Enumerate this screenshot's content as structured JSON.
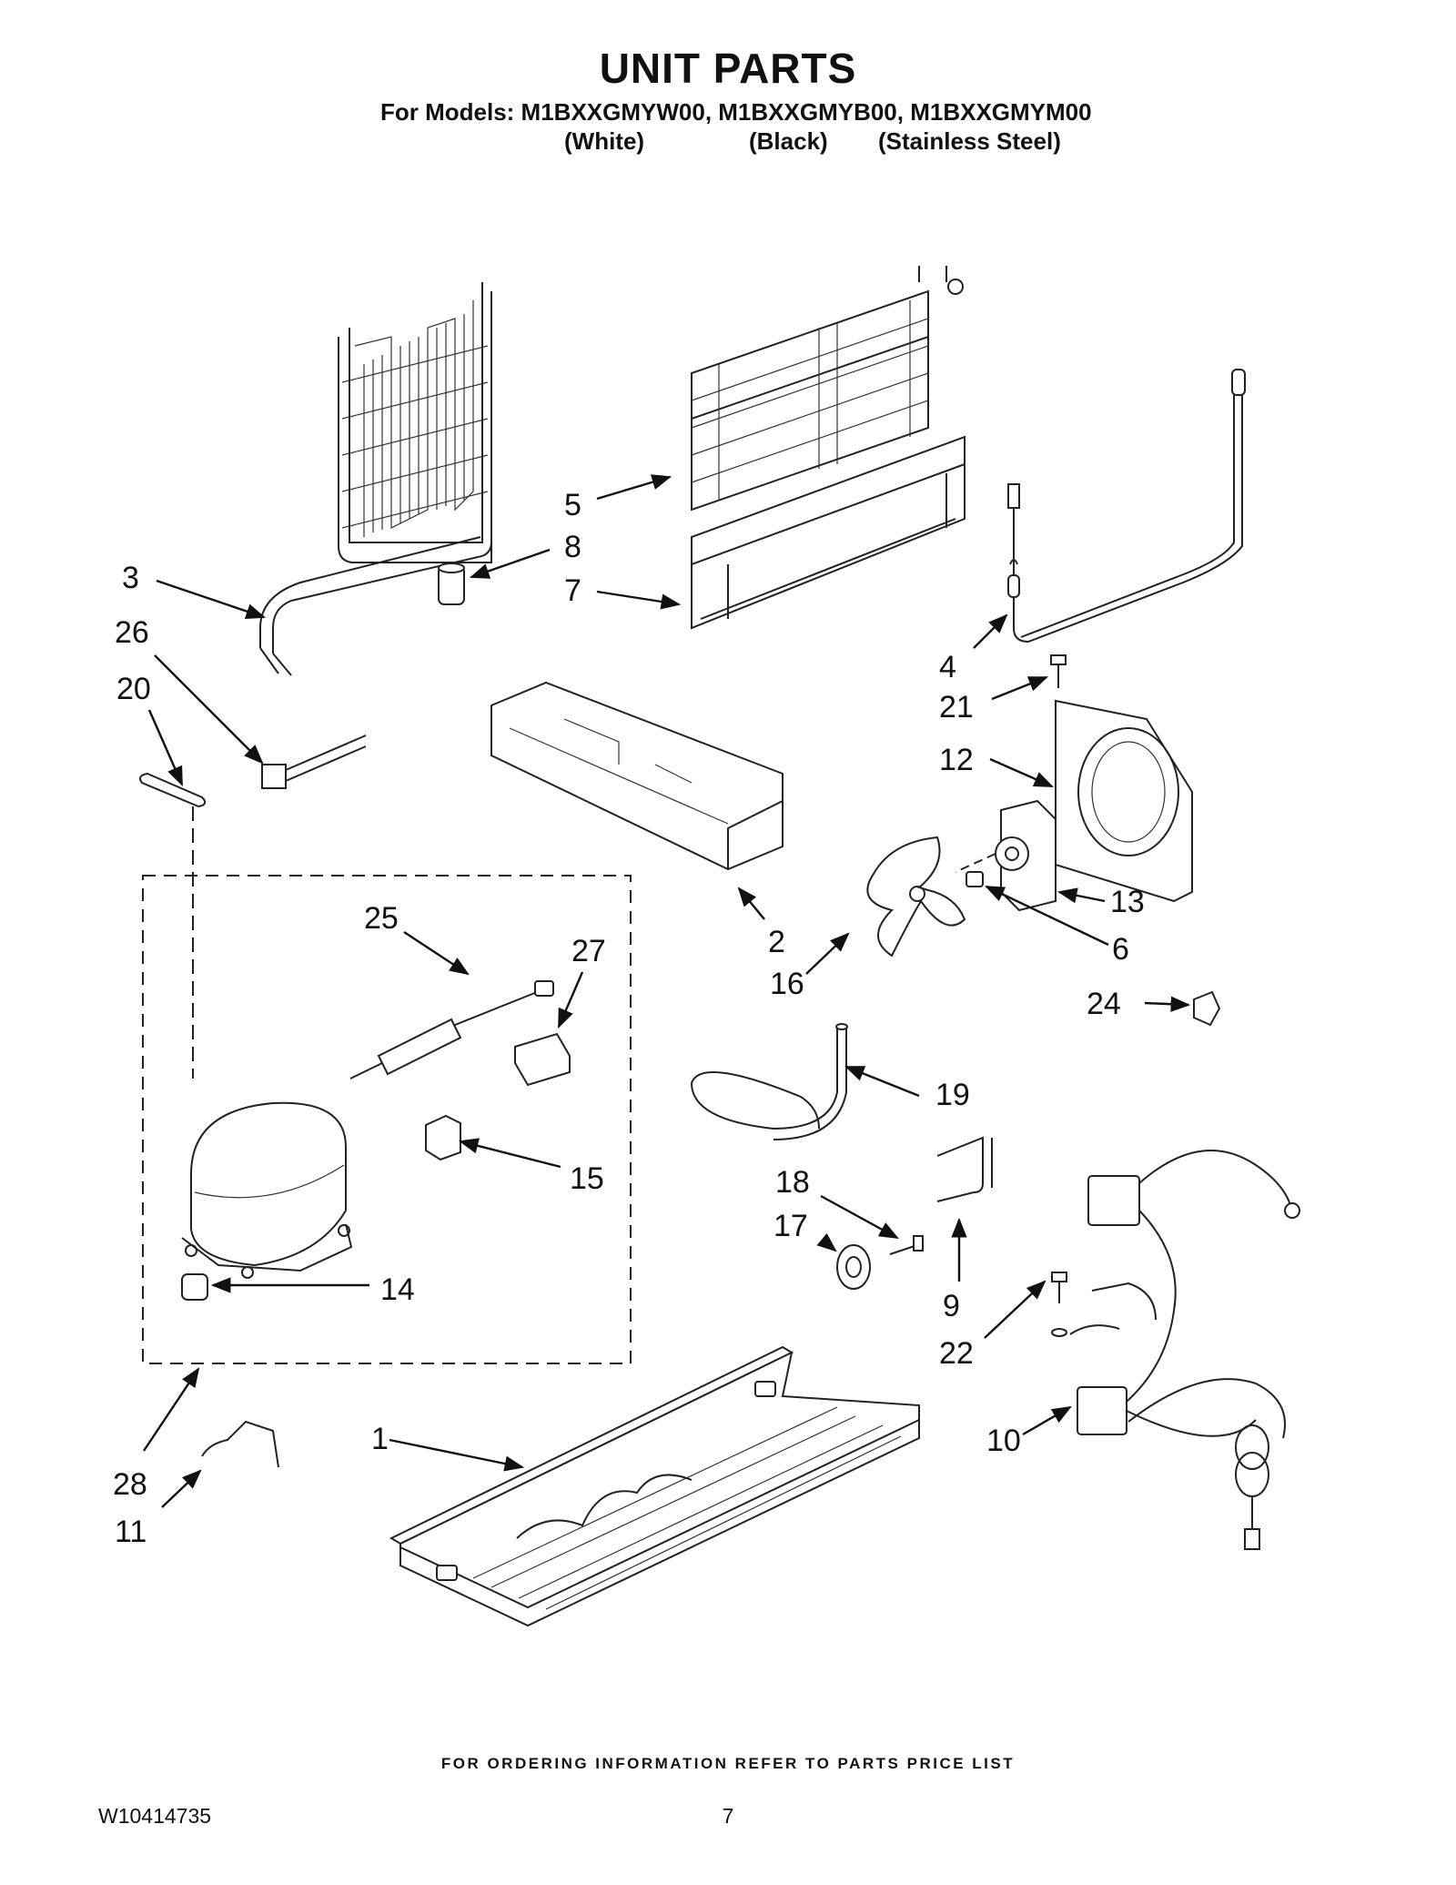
{
  "header": {
    "title": "UNIT PARTS",
    "models_line": "For Models: M1BXXGMYW00, M1BXXGMYB00, M1BXXGMYM00",
    "variants": [
      "(White)",
      "(Black)",
      "(Stainless Steel)"
    ]
  },
  "callouts": [
    {
      "id": "1",
      "label": "1"
    },
    {
      "id": "2",
      "label": "2"
    },
    {
      "id": "3",
      "label": "3"
    },
    {
      "id": "4",
      "label": "4"
    },
    {
      "id": "5",
      "label": "5"
    },
    {
      "id": "6",
      "label": "6"
    },
    {
      "id": "7",
      "label": "7"
    },
    {
      "id": "8",
      "label": "8"
    },
    {
      "id": "9",
      "label": "9"
    },
    {
      "id": "10",
      "label": "10"
    },
    {
      "id": "11",
      "label": "11"
    },
    {
      "id": "12",
      "label": "12"
    },
    {
      "id": "13",
      "label": "13"
    },
    {
      "id": "14",
      "label": "14"
    },
    {
      "id": "15",
      "label": "15"
    },
    {
      "id": "16",
      "label": "16"
    },
    {
      "id": "17",
      "label": "17"
    },
    {
      "id": "18",
      "label": "18"
    },
    {
      "id": "19",
      "label": "19"
    },
    {
      "id": "20",
      "label": "20"
    },
    {
      "id": "21",
      "label": "21"
    },
    {
      "id": "22",
      "label": "22"
    },
    {
      "id": "24",
      "label": "24"
    },
    {
      "id": "25",
      "label": "25"
    },
    {
      "id": "26",
      "label": "26"
    },
    {
      "id": "27",
      "label": "27"
    },
    {
      "id": "28",
      "label": "28"
    }
  ],
  "footer": {
    "ordering_note": "FOR ORDERING INFORMATION REFER TO PARTS PRICE LIST",
    "document_number": "W10414735",
    "page_number": "7"
  }
}
